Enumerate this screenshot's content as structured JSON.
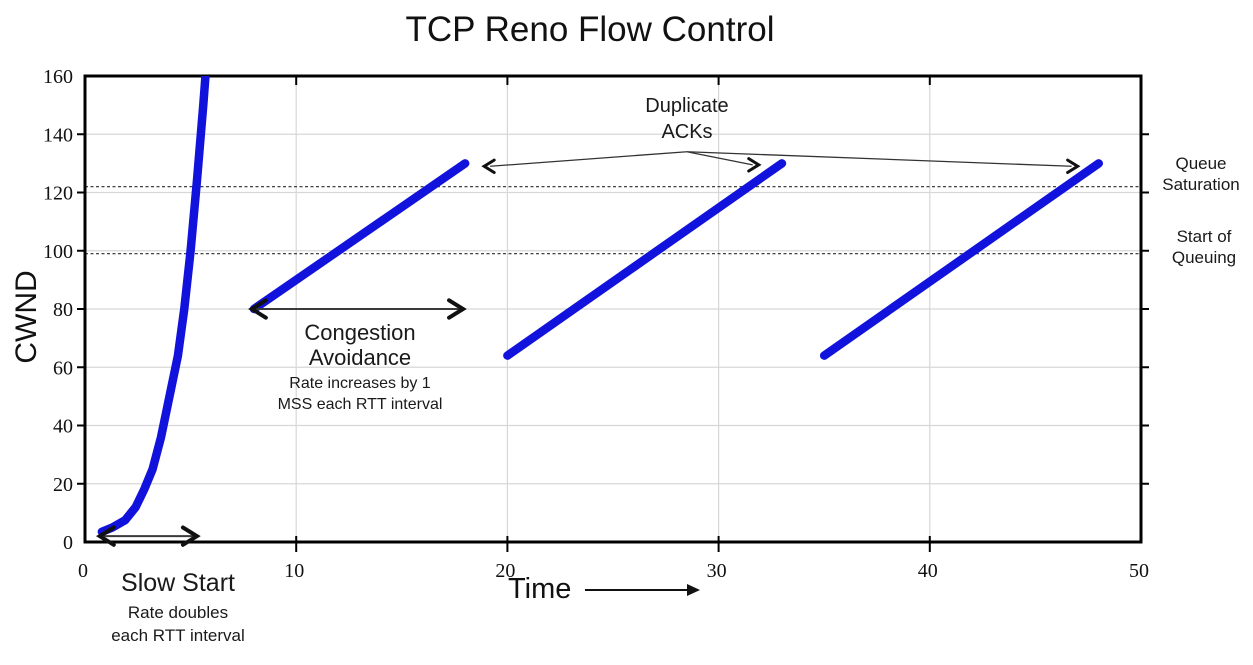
{
  "chart_data": {
    "type": "line",
    "title": "TCP Reno Flow Control",
    "xlabel": "Time",
    "ylabel": "CWND",
    "xlim": [
      0,
      50
    ],
    "ylim": [
      0,
      160
    ],
    "xticks": [
      0,
      10,
      20,
      30,
      40,
      50
    ],
    "yticks": [
      0,
      20,
      40,
      60,
      80,
      100,
      120,
      140,
      160
    ],
    "grid": true,
    "legend": "none",
    "line_color": "#1212dd",
    "series": [
      {
        "name": "slow-start-curve",
        "points": [
          [
            0.8,
            3.5
          ],
          [
            1.3,
            5
          ],
          [
            1.9,
            7.5
          ],
          [
            2.4,
            12
          ],
          [
            2.8,
            18
          ],
          [
            3.2,
            25
          ],
          [
            3.6,
            36
          ],
          [
            4.0,
            50
          ],
          [
            4.4,
            64
          ],
          [
            4.7,
            80
          ],
          [
            5.0,
            100
          ],
          [
            5.3,
            124
          ],
          [
            5.6,
            150
          ],
          [
            5.85,
            174
          ]
        ]
      },
      {
        "name": "congestion-avoidance-1",
        "points": [
          [
            8,
            80
          ],
          [
            18,
            130
          ]
        ]
      },
      {
        "name": "congestion-avoidance-2",
        "points": [
          [
            20,
            64
          ],
          [
            33,
            130
          ]
        ]
      },
      {
        "name": "congestion-avoidance-3",
        "points": [
          [
            35,
            64
          ],
          [
            48,
            130
          ]
        ]
      }
    ],
    "reference_lines": [
      {
        "y": 122,
        "label": "Queue Saturation"
      },
      {
        "y": 99,
        "label": "Start of Queuing"
      }
    ],
    "arrows": {
      "slow_start_span": {
        "type": "double",
        "x1": 0.7,
        "x2": 5.3,
        "y": 2
      },
      "congestion_avoidance_span": {
        "type": "double",
        "x1": 7.9,
        "x2": 17.9,
        "y": 80
      },
      "duplicate_ack_fan": {
        "vertex": [
          28.5,
          134
        ],
        "targets": [
          [
            18.9,
            129
          ],
          [
            31.9,
            129.5
          ],
          [
            47.0,
            129
          ]
        ]
      }
    },
    "annotations": {
      "slow_start": {
        "heading": "Slow Start",
        "lines": [
          "Rate doubles",
          "each RTT interval"
        ]
      },
      "congestion_avoidance": {
        "heading": "Congestion Avoidance",
        "lines": [
          "Rate increases by 1",
          "MSS each RTT interval"
        ]
      },
      "duplicate_acks": {
        "heading": "Duplicate ACKs"
      }
    }
  }
}
